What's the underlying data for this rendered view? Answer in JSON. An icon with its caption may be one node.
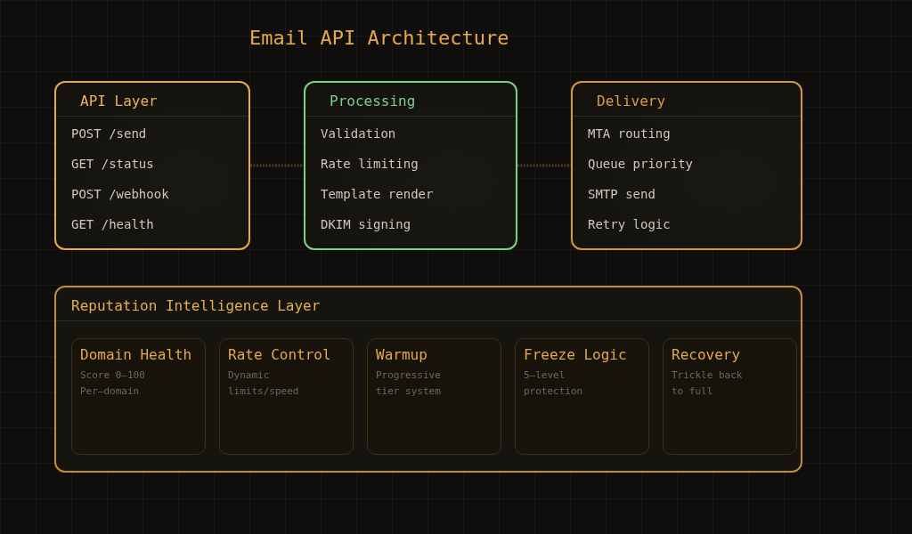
{
  "diagram": {
    "title": "Email API Architecture",
    "nodes": [
      {
        "text": [
          "API Layer",
          "POST /send",
          "GET /status",
          "POST /webhook",
          "GET /health"
        ]
      },
      {
        "text": [
          "Processing",
          "Validation",
          "Rate limiting",
          "Template render",
          "DKIM signing"
        ]
      },
      {
        "text": [
          "Delivery",
          "MTA routing",
          "Queue priority",
          "SMTP send",
          "Retry logic"
        ]
      },
      {
        "text": [
          "Reputation Intelligence Layer"
        ]
      },
      {
        "text": [
          "Domain Health",
          "Score 0–100 Per–domain"
        ],
        "in": 3
      },
      {
        "text": [
          "Rate Control",
          "Dynamic limits/speed"
        ],
        "in": 3
      },
      {
        "text": [
          "Warmup",
          "Progressive tier system"
        ],
        "in": 3
      },
      {
        "text": [
          "Freeze Logic",
          "5–level protection"
        ],
        "in": 3
      },
      {
        "text": [
          "Recovery",
          "Trickle back to full"
        ],
        "in": 3
      }
    ],
    "edges": [
      {
        "from": 0,
        "to": 1,
        "arrow": "none",
        "style": "dashed"
      },
      {
        "from": 1,
        "to": 2,
        "arrow": "none",
        "style": "dashed"
      }
    ]
  }
}
